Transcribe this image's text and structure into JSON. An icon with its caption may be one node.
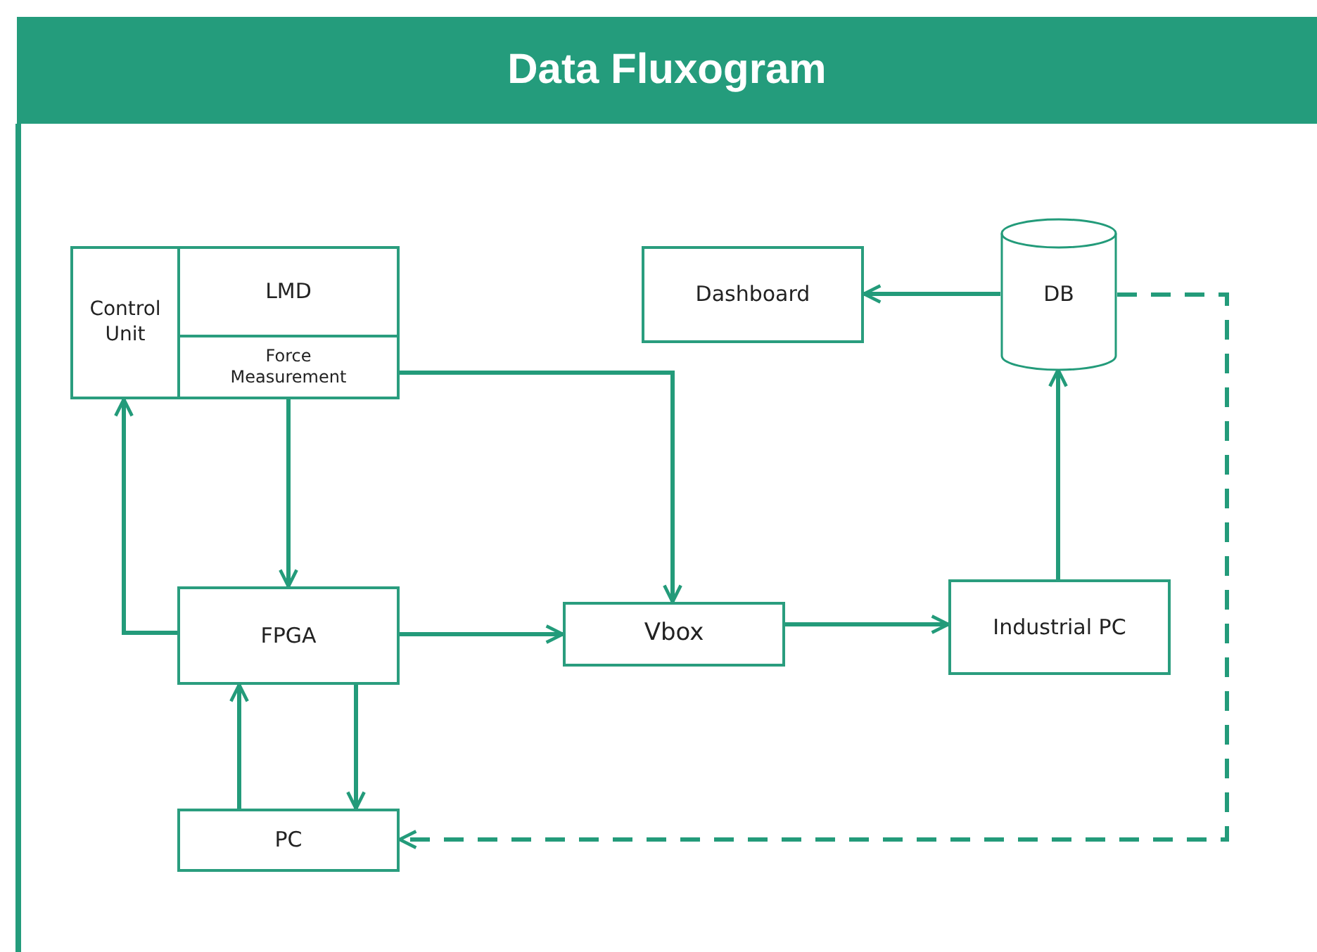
{
  "diagram": {
    "title": "Data Fluxogram",
    "nodes": [
      {
        "text": [
          "Control Unit"
        ]
      },
      {
        "text": [
          "LMD"
        ]
      },
      {
        "text": [
          "Force Measurement"
        ]
      },
      {
        "text": [
          "Dashboard"
        ]
      },
      {
        "text": [
          "DB"
        ]
      },
      {
        "text": [
          "FPGA"
        ]
      },
      {
        "text": [
          "Vbox"
        ]
      },
      {
        "text": [
          "Industrial PC"
        ]
      },
      {
        "text": [
          "PC"
        ]
      }
    ],
    "edges": [
      {
        "from": 2,
        "to": 5,
        "arrow": "to"
      },
      {
        "from": 2,
        "to": 6,
        "arrow": "to"
      },
      {
        "from": 5,
        "to": 0,
        "arrow": "to"
      },
      {
        "from": 5,
        "to": 6,
        "arrow": "to"
      },
      {
        "from": 6,
        "to": 7,
        "arrow": "to"
      },
      {
        "from": 7,
        "to": 4,
        "arrow": "to"
      },
      {
        "from": 4,
        "to": 3,
        "arrow": "to"
      },
      {
        "from": 4,
        "to": 8,
        "arrow": "to",
        "style": "dashed"
      },
      {
        "from": 8,
        "to": 5,
        "arrow": "to"
      },
      {
        "from": 5,
        "to": 8,
        "arrow": "to"
      }
    ]
  }
}
